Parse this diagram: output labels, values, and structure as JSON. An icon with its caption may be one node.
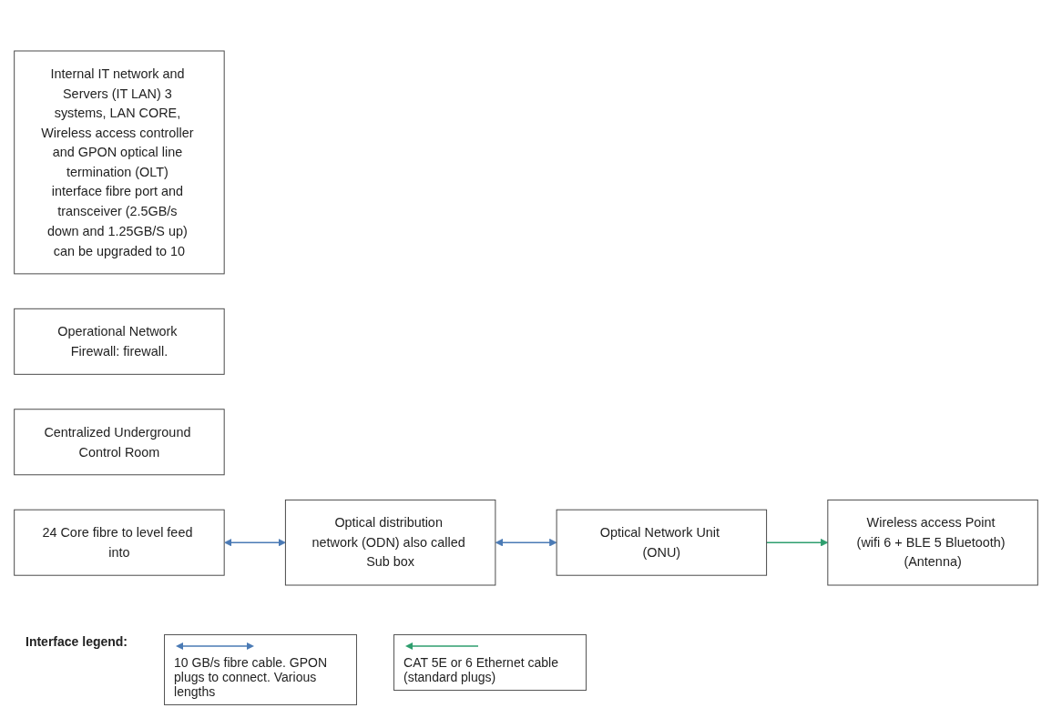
{
  "diagram": {
    "nodes": [
      {
        "text": [
          "Internal IT network and Servers (IT LAN) 3 systems, LAN CORE, Wireless access controller and GPON optical line termination (OLT) interface fibre port and transceiver (2.5GB/s down and 1.25GB/S up) can be upgraded to 10"
        ]
      },
      {
        "text": [
          "Operational Network Firewall: firewall."
        ]
      },
      {
        "text": [
          "Centralized Underground Control Room"
        ]
      },
      {
        "text": [
          "24 Core fibre to level feed into"
        ]
      },
      {
        "text": [
          "Optical distribution network (ODN) also called Sub box"
        ]
      },
      {
        "text": [
          "Wireless access Point (wifi 6 + BLE 5 Bluetooth) (Antenna)"
        ]
      },
      {
        "text": [
          "Optical Network Unit (ONU)"
        ]
      }
    ],
    "edges": [
      {
        "from": 3,
        "to": 4,
        "arrow": "both"
      },
      {
        "from": 4,
        "to": 6,
        "arrow": "both"
      },
      {
        "from": 6,
        "to": 5,
        "arrow": "to",
        "color": "#2e9e6e"
      }
    ],
    "labels": [
      "Interface legend:"
    ],
    "legend": [
      {
        "text": "10 GB/s fibre cable. GPON plugs to connect. Various lengths"
      },
      {
        "text": "CAT 5E or 6 Ethernet cable (standard plugs)"
      }
    ]
  }
}
